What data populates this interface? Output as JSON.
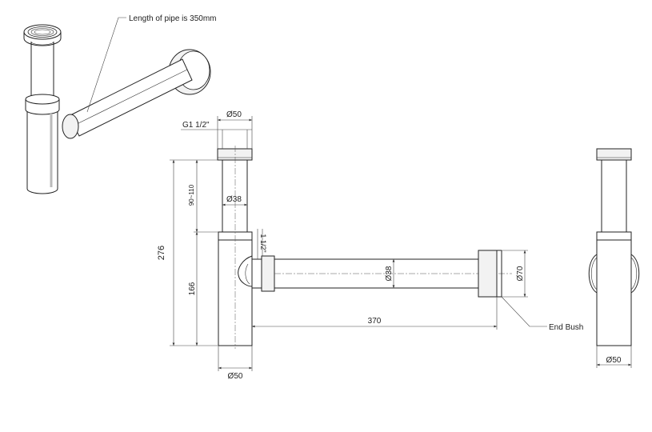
{
  "callouts": {
    "pipe_length": "Length of pipe is 350mm",
    "end_bush": "End Bush"
  },
  "dimensions": {
    "inlet_thread": "G1 1/2\"",
    "top_diameter": "Ø50",
    "pipe_diameter_vertical": "Ø38",
    "adjust_range": "90~110",
    "total_height": "276",
    "lower_height": "166",
    "outlet_thread": "1 1/2\"",
    "pipe_diameter_horizontal": "Ø38",
    "end_bush_diameter": "Ø70",
    "projection": "370",
    "bottom_diameter": "Ø50",
    "side_bottom_diameter": "Ø50"
  }
}
